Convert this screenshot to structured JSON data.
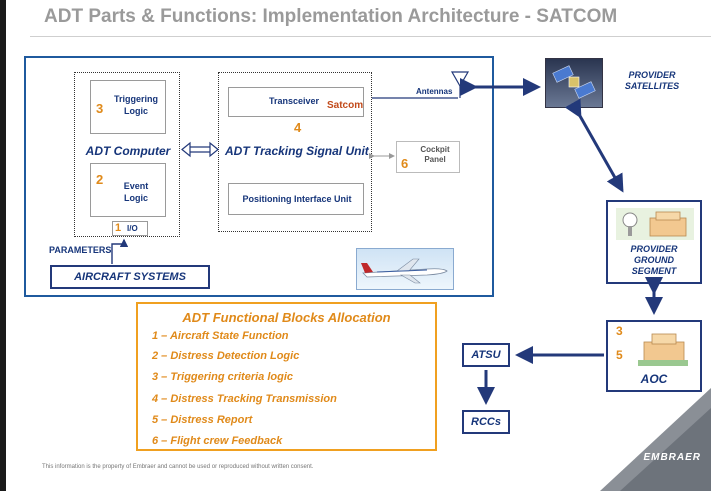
{
  "title": "ADT Parts & Functions: Implementation Architecture - SATCOM",
  "adt_computer": {
    "label": "ADT Computer",
    "triggering_logic": {
      "number": "3",
      "label": "Triggering\nLogic"
    },
    "event_logic": {
      "number": "2",
      "label": "Event\nLogic"
    },
    "io": {
      "number": "1",
      "label": "I/O"
    }
  },
  "tracking_unit": {
    "label": "ADT Tracking Signal Unit",
    "transceiver": {
      "label": "Transceiver",
      "tag": "Satcom"
    },
    "number": "4",
    "positioning": {
      "label": "Positioning Interface Unit"
    }
  },
  "cockpit_panel": {
    "number": "6",
    "label": "Cockpit\nPanel"
  },
  "antennas_label": "Antennas",
  "parameters_label": "PARAMETERS",
  "aircraft_systems_label": "AIRCRAFT SYSTEMS",
  "provider_satellites_label": "PROVIDER\nSATELLITES",
  "provider_ground_label": "PROVIDER\nGROUND\nSEGMENT",
  "aoc": {
    "label": "AOC",
    "num_top": "3",
    "num_bottom": "5"
  },
  "atsu_label": "ATSU",
  "rccs_label": "RCCs",
  "allocation": {
    "title": "ADT Functional Blocks Allocation",
    "items": [
      "1 – Aircraft State Function",
      "2 – Distress Detection Logic",
      "3 – Triggering criteria logic",
      "4 – Distress Tracking Transmission",
      "5 – Distress Report",
      "6 – Flight crew Feedback"
    ]
  },
  "footer_note": "This information is the property of Embraer and cannot be used or reproduced without written consent.",
  "logo": "EMBRAER",
  "colors": {
    "frame_blue": "#1f5a9e",
    "label_blue": "#16357a",
    "orange": "#e08a1a",
    "box_navy": "#23397a"
  },
  "icons": [
    "satellite-icon",
    "ground-station-icon",
    "aoc-building-icon",
    "aircraft-image",
    "antenna-icon"
  ]
}
